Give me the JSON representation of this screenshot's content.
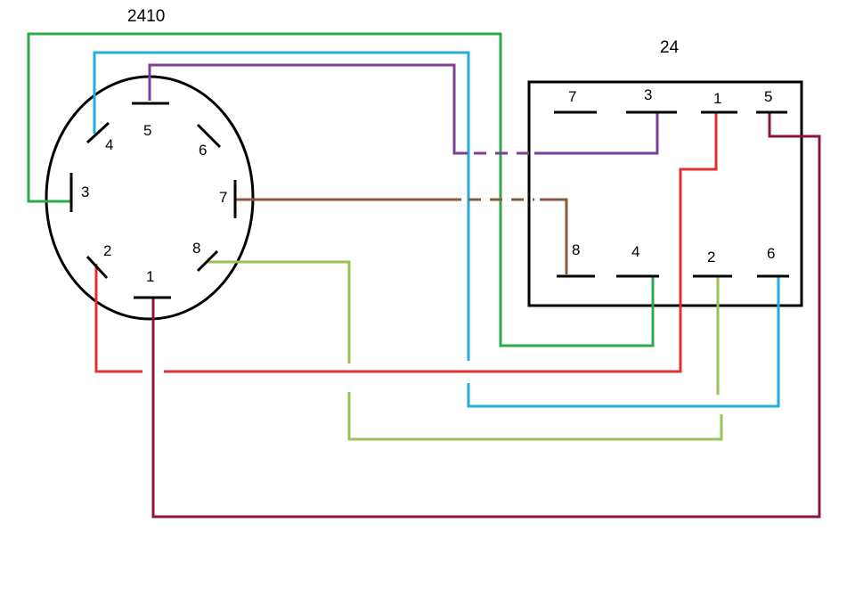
{
  "connector_left": {
    "title": "2410",
    "pins": {
      "p1": "1",
      "p2": "2",
      "p3": "3",
      "p4": "4",
      "p5": "5",
      "p6": "6",
      "p7": "7",
      "p8": "8"
    }
  },
  "connector_right": {
    "title": "24",
    "pins": {
      "p1": "1",
      "p2": "2",
      "p3": "3",
      "p4": "4",
      "p5": "5",
      "p6": "6",
      "p7": "7",
      "p8": "8"
    }
  },
  "wire_colors": {
    "green": "#2eaa4e",
    "cyan": "#21aed9",
    "purple": "#7d3f98",
    "brown": "#8b5a3c",
    "red": "#e03030",
    "light_green": "#9ac25a",
    "maroon": "#8b1538"
  }
}
